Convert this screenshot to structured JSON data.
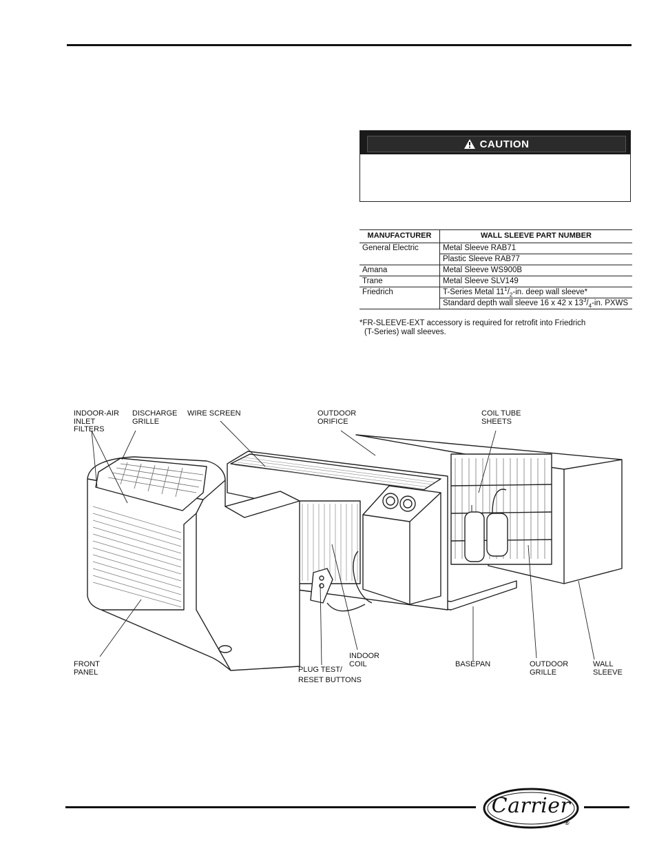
{
  "caution": {
    "label": "CAUTION"
  },
  "table": {
    "headers": [
      "MANUFACTURER",
      "WALL SLEEVE PART NUMBER"
    ],
    "rows": [
      {
        "manufacturer": "General Electric",
        "parts": [
          "Metal Sleeve RAB71",
          "Plastic Sleeve RAB77"
        ]
      },
      {
        "manufacturer": "Amana",
        "parts": [
          "Metal Sleeve WS900B"
        ]
      },
      {
        "manufacturer": "Trane",
        "parts": [
          "Metal Sleeve SLV149"
        ]
      },
      {
        "manufacturer": "Friedrich",
        "parts": [
          {
            "pre": "T-Series Metal 11",
            "sup": "1",
            "mid": "/",
            "sub": "2",
            "post": "-in. deep wall sleeve*"
          },
          {
            "pre": "Standard depth wall sleeve 16 x 42 x 13",
            "sup": "3",
            "mid": "/",
            "sub": "4",
            "post": "-in. PXWS"
          }
        ]
      }
    ]
  },
  "footnote": {
    "line1": "*FR-SLEEVE-EXT accessory is required for retrofit into Friedrich",
    "line2": "(T-Series) wall sleeves."
  },
  "diagram": {
    "callouts": {
      "indoor_air_inlet_filters": "INDOOR-AIR\nINLET\nFILTERS",
      "discharge_grille": "DISCHARGE\nGRILLE",
      "wire_screen": "WIRE SCREEN",
      "outdoor_orifice": "OUTDOOR\nORIFICE",
      "coil_tube_sheets": "COIL TUBE\nSHEETS",
      "front_panel": "FRONT\nPANEL",
      "indoor_coil": "INDOOR\nCOIL",
      "plug_test_reset": "PLUG TEST/\nRESET BUTTONS",
      "basepan": "BASEPAN",
      "outdoor_grille": "OUTDOOR\nGRILLE",
      "wall_sleeve": "WALL\nSLEEVE"
    }
  },
  "footer": {
    "brand": "Carrier",
    "registered": "®"
  }
}
